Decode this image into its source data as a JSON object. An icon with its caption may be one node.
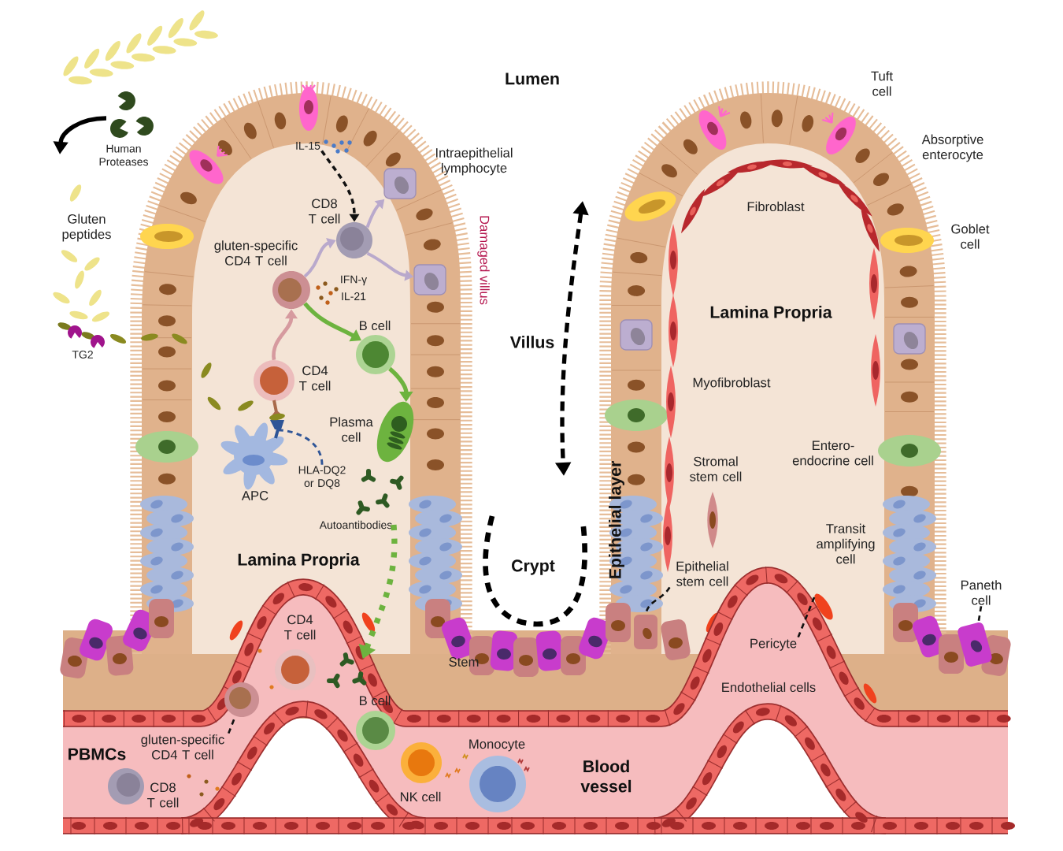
{
  "diagram": {
    "nodes": [
      {
        "text": [
          "IL-15"
        ]
      },
      {
        "text": [],
        "shape": "circle",
        "beside": [
          "CD8 T cell"
        ]
      },
      {
        "text": [],
        "shape": "box",
        "beside": [
          "Intraepithelial lymphocyte"
        ]
      },
      {
        "text": [],
        "shape": "box"
      },
      {
        "text": [],
        "shape": "circle",
        "beside": [
          "gluten-specific CD4 T cell"
        ]
      },
      {
        "text": [],
        "shape": "circle",
        "beside": [
          "CD4 T cell"
        ]
      },
      {
        "text": [],
        "shape": "circle",
        "beside": [
          "B cell"
        ]
      },
      {
        "text": [],
        "shape": "ellipse",
        "beside": [
          "Plasma cell"
        ]
      },
      {
        "text": [
          "HLA-DQ2 or DQ8"
        ]
      },
      {
        "text": [],
        "shape": "picture",
        "beside": [
          "APC"
        ]
      },
      {
        "text": [
          "Autoantibodies"
        ]
      },
      {
        "text": [],
        "shape": "picture"
      },
      {
        "text": [
          "Epithelial stem cell"
        ]
      },
      {
        "text": [],
        "shape": "box"
      },
      {
        "text": [
          "Pericyte"
        ]
      },
      {
        "text": [],
        "shape": "ellipse"
      },
      {
        "text": [
          "Paneth cell"
        ]
      },
      {
        "text": [],
        "shape": "box"
      },
      {
        "text": [
          "gluten-specific CD4 T cell"
        ]
      },
      {
        "text": [],
        "shape": "circle"
      },
      {
        "text": [],
        "shape": "circle",
        "beside": [
          "CD4 T cell"
        ]
      },
      {
        "text": [],
        "shape": "circle",
        "beside": [
          "B cell"
        ]
      },
      {
        "text": [],
        "shape": "circle",
        "beside": [
          "CD8 T cell"
        ]
      },
      {
        "text": [],
        "shape": "circle",
        "beside": [
          "NK cell"
        ]
      },
      {
        "text": [],
        "shape": "circle",
        "beside": [
          "Monocyte"
        ]
      },
      {
        "text": [],
        "shape": "box"
      },
      {
        "text": [],
        "shape": "box"
      }
    ],
    "edges": [
      {
        "from": 0,
        "to": 1,
        "arrow": "to",
        "style": "dashed"
      },
      {
        "from": 1,
        "to": 2,
        "arrow": "to",
        "color": "#b9a9cc"
      },
      {
        "from": 1,
        "to": 3,
        "arrow": "to",
        "color": "#b9a9cc"
      },
      {
        "from": 4,
        "to": 1,
        "arrow": "to",
        "color": "#b9a9cc"
      },
      {
        "from": 5,
        "to": 4,
        "arrow": "to",
        "color": "#d69a9f"
      },
      {
        "from": 4,
        "to": 6,
        "arrow": "to",
        "color": "#6db33f"
      },
      {
        "from": 6,
        "to": 7,
        "arrow": "to",
        "color": "#6db33f"
      },
      {
        "from": 8,
        "to": 9,
        "arrow": "none",
        "style": "dashed",
        "color": "#2f5597"
      },
      {
        "from": 10,
        "to": 11,
        "arrow": "to",
        "style": "dashed",
        "color": "#6db33f"
      },
      {
        "from": 12,
        "to": 13,
        "arrow": "none",
        "style": "dashed"
      },
      {
        "from": 14,
        "to": 15,
        "arrow": "none",
        "style": "dashed"
      },
      {
        "from": 16,
        "to": 17,
        "arrow": "none",
        "style": "dashed"
      },
      {
        "from": 18,
        "to": 19,
        "arrow": "none",
        "style": "dashed"
      }
    ],
    "labels": [
      "Lumen",
      "Tuft cell",
      "Human Proteases",
      "Absorptive enterocyte",
      "Fibroblast",
      "Gluten peptides",
      "Goblet cell",
      "Damaged villus",
      "IFN-γ",
      "IL-21",
      "Lamina Propria",
      "Villus",
      "TG2",
      "Myofibroblast",
      "Entero- endocrine cell",
      "Stromal stem cell",
      "Epithelial layer",
      "Transit amplifying cell",
      "Lamina Propria",
      "Crypt",
      "Stem",
      "Endothelial cells",
      "PBMCs",
      "Blood vessel"
    ]
  }
}
